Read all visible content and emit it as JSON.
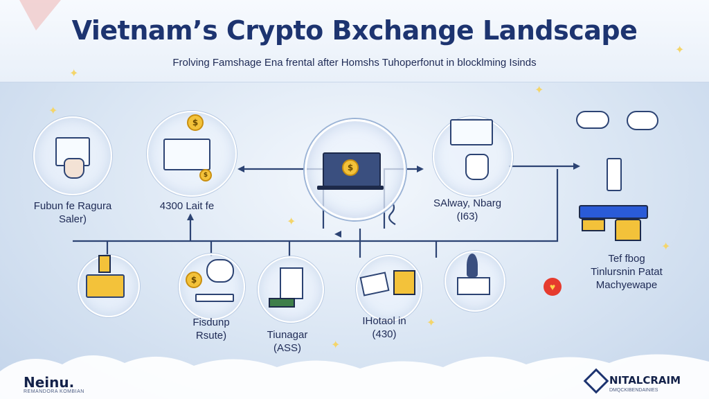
{
  "header": {
    "title": "Vietnam’s Crypto Bxchange Landscape",
    "subtitle": "Frolving Famshage Ena frental after Homshs Tuhoperfonut in blocklming Isinds"
  },
  "nodes": {
    "top_left": {
      "line1": "Fubun fe Ragura",
      "line2": "Saler)"
    },
    "top_center_left": {
      "line1": "4300 Lait fe"
    },
    "top_right": {
      "line1": "SAlway, Nbarg",
      "line2": "(I63)"
    },
    "right": {
      "line1": "Tef fbog",
      "line2": "Tinlursnin Patat",
      "line3": "Machyewape"
    },
    "bottom_2": {
      "line1": "Fisdunp",
      "line2": "Rsute)"
    },
    "bottom_3": {
      "line1": "Tiunagar",
      "line2": "(ASS)"
    },
    "bottom_4": {
      "line1": "IHotaol in",
      "line2": "(430)"
    }
  },
  "center": {
    "coin_symbol": "$"
  },
  "footer": {
    "left_logo": "Neinu.",
    "left_logo_sub": "REMANDORA KOMBIAN",
    "right_logo": "NITALCRAIM",
    "right_logo_sub": "DMQCKIBENDAINIES"
  },
  "icons": [
    "laptop-icon",
    "coin-icon",
    "hand-pointer-icon",
    "cloud-icon",
    "pen-icon",
    "heart-icon"
  ],
  "colors": {
    "title": "#1d3470",
    "line": "#2c4373",
    "coin": "#f3c23a",
    "accent_red": "#e63b2e"
  }
}
